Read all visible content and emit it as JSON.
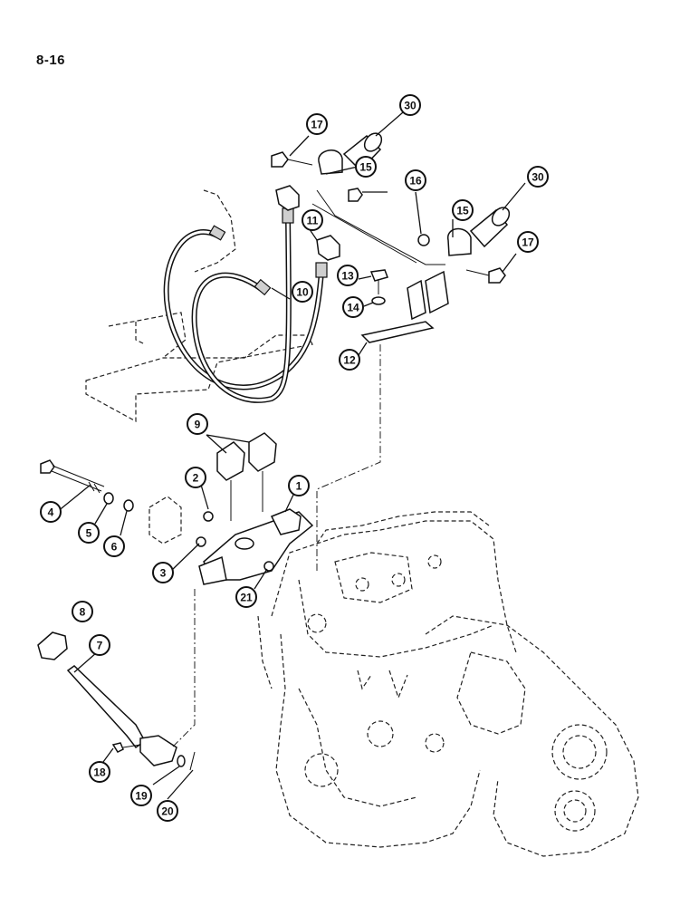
{
  "page": {
    "number": "8-16"
  },
  "callouts": [
    {
      "id": "c1",
      "label": "1"
    },
    {
      "id": "c2",
      "label": "2"
    },
    {
      "id": "c3",
      "label": "3"
    },
    {
      "id": "c4",
      "label": "4"
    },
    {
      "id": "c5",
      "label": "5"
    },
    {
      "id": "c6",
      "label": "6"
    },
    {
      "id": "c7",
      "label": "7"
    },
    {
      "id": "c8",
      "label": "8"
    },
    {
      "id": "c9",
      "label": "9"
    },
    {
      "id": "c10",
      "label": "10"
    },
    {
      "id": "c11",
      "label": "11"
    },
    {
      "id": "c12",
      "label": "12"
    },
    {
      "id": "c13",
      "label": "13"
    },
    {
      "id": "c14",
      "label": "14"
    },
    {
      "id": "c15a",
      "label": "15"
    },
    {
      "id": "c15b",
      "label": "15"
    },
    {
      "id": "c16",
      "label": "16"
    },
    {
      "id": "c17a",
      "label": "17"
    },
    {
      "id": "c17b",
      "label": "17"
    },
    {
      "id": "c18",
      "label": "18"
    },
    {
      "id": "c19",
      "label": "19"
    },
    {
      "id": "c20",
      "label": "20"
    },
    {
      "id": "c21",
      "label": "21"
    },
    {
      "id": "c30a",
      "label": "30"
    },
    {
      "id": "c30b",
      "label": "30"
    }
  ]
}
